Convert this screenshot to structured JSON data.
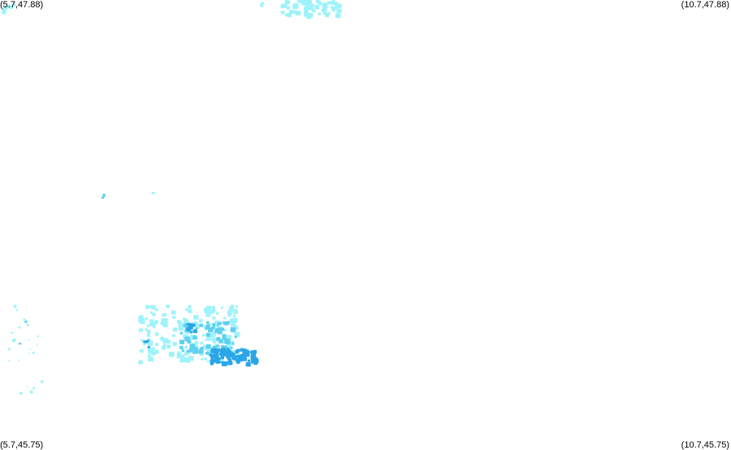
{
  "map": {
    "corners": {
      "top_left": "(5.7,47.88)",
      "top_right": "(10.7,47.88)",
      "bottom_left": "(5.7,45.75)",
      "bottom_right": "(10.7,45.75)"
    },
    "colors": {
      "background": "#ffffff",
      "low": "#9ef3fb",
      "mid": "#5fd0f0",
      "high": "#2aa6e8"
    },
    "bounds": {
      "lon_min": 5.7,
      "lon_max": 10.7,
      "lat_min": 45.75,
      "lat_max": 47.88
    }
  }
}
